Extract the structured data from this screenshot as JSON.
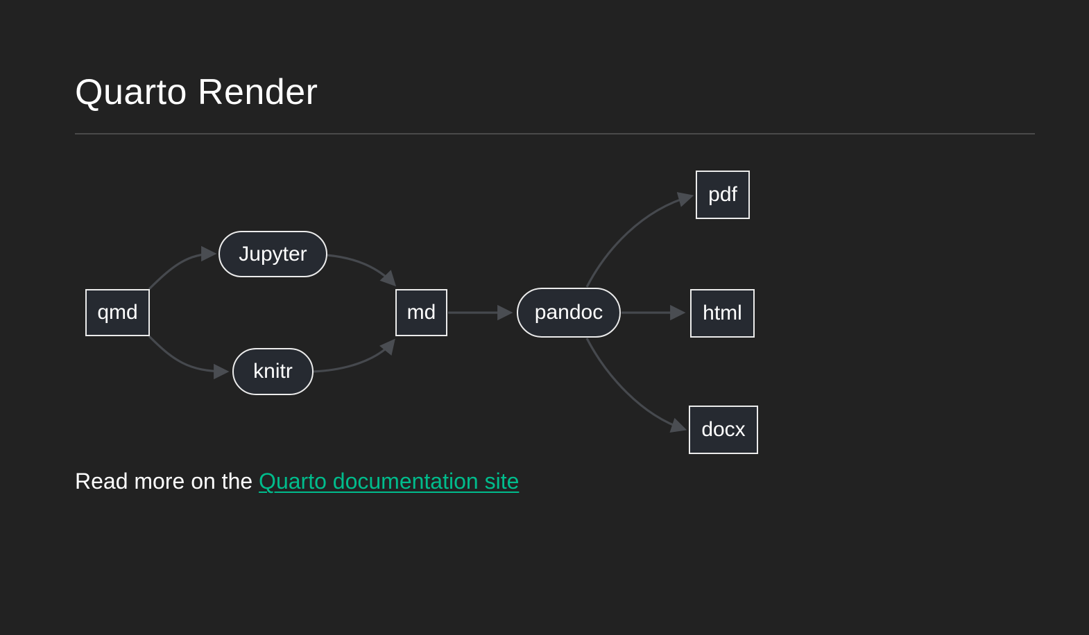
{
  "header": {
    "title": "Quarto Render"
  },
  "diagram": {
    "type": "flowchart-lr",
    "nodes": [
      {
        "id": "qmd",
        "label": "qmd",
        "shape": "rect"
      },
      {
        "id": "jupyter",
        "label": "Jupyter",
        "shape": "stadium"
      },
      {
        "id": "knitr",
        "label": "knitr",
        "shape": "stadium"
      },
      {
        "id": "md",
        "label": "md",
        "shape": "rect"
      },
      {
        "id": "pandoc",
        "label": "pandoc",
        "shape": "stadium"
      },
      {
        "id": "pdf",
        "label": "pdf",
        "shape": "rect"
      },
      {
        "id": "html",
        "label": "html",
        "shape": "rect"
      },
      {
        "id": "docx",
        "label": "docx",
        "shape": "rect"
      }
    ],
    "edges": [
      {
        "from": "qmd",
        "to": "jupyter"
      },
      {
        "from": "qmd",
        "to": "knitr"
      },
      {
        "from": "jupyter",
        "to": "md"
      },
      {
        "from": "knitr",
        "to": "md"
      },
      {
        "from": "md",
        "to": "pandoc"
      },
      {
        "from": "pandoc",
        "to": "pdf"
      },
      {
        "from": "pandoc",
        "to": "html"
      },
      {
        "from": "pandoc",
        "to": "docx"
      }
    ],
    "colors": {
      "background": "#222222",
      "node_fill": "#262a31",
      "node_border": "#ececec",
      "node_text": "#ffffff",
      "edge": "#46494e"
    }
  },
  "footer": {
    "prefix": "Read more on the ",
    "link_text": "Quarto documentation site",
    "link_color": "#00bc8c"
  }
}
